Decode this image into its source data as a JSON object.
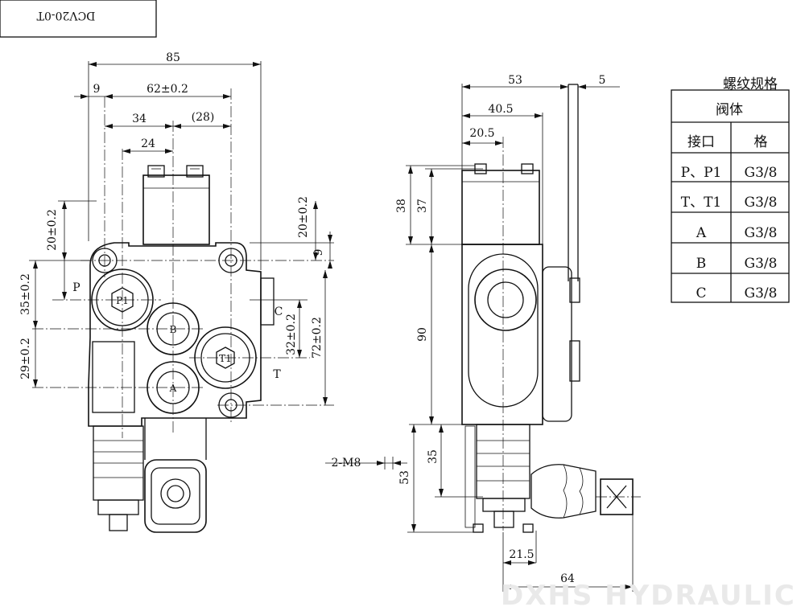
{
  "model_code": "DCV20-0T",
  "watermark": "DXHS HYDRAULIC",
  "front_view": {
    "ports": {
      "p1": "P1",
      "b": "B",
      "a": "A",
      "t1": "T1"
    },
    "port_labels": {
      "p": "P",
      "c": "C",
      "t": "T"
    },
    "dims": {
      "overall_width": "85",
      "offset_9": "9",
      "hole_pitch": "62±0.2",
      "center_34": "34",
      "ref_28": "(28)",
      "center_24": "24",
      "left_20": "20±0.2",
      "left_35": "35±0.2",
      "left_29": "29±0.2",
      "right_20": "20±0.2",
      "right_9": "9",
      "right_32": "32±0.2",
      "right_72": "72±0.2"
    }
  },
  "side_view": {
    "dims": {
      "top_53": "53",
      "top_5": "5",
      "w_40_5": "40.5",
      "w_20_5": "20.5",
      "h_38": "38",
      "h_37": "37",
      "h_90": "90",
      "h_35": "35",
      "h_53": "53",
      "bolt": "2-M8",
      "w_21_5": "21.5",
      "w_64": "64"
    }
  },
  "thread_table": {
    "title": "螺纹规格",
    "header_1": "阀体",
    "header_2": "接口",
    "header_3": "格",
    "rows": [
      {
        "port": "P、P1",
        "spec": "G3/8"
      },
      {
        "port": "T、T1",
        "spec": "G3/8"
      },
      {
        "port": "A",
        "spec": "G3/8"
      },
      {
        "port": "B",
        "spec": "G3/8"
      },
      {
        "port": "C",
        "spec": "G3/8"
      }
    ]
  }
}
